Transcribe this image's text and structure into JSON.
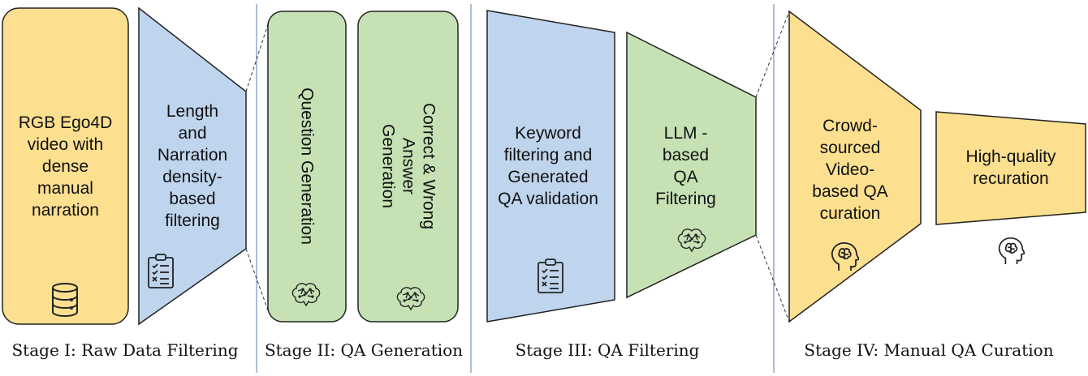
{
  "colors": {
    "yellow": "#fcdf8f",
    "blue": "#bfd5ee",
    "green": "#c6e2b5",
    "stroke": "#222222",
    "divider": "#8fa8c8"
  },
  "stage1": {
    "title": "Stage I: Raw Data Filtering",
    "box_video": "RGB Ego4D\nvideo with\ndense\nmanual\nnarration",
    "box_filter": "Length\nand\nNarration\ndensity-\nbased\nfiltering"
  },
  "stage2": {
    "title": "Stage II: QA Generation",
    "box_question": "Question Generation",
    "box_answer": "Correct & Wrong\nAnswer\nGeneration"
  },
  "stage3": {
    "title": "Stage III:  QA Filtering",
    "box_keyword": "Keyword\nfiltering and\nGenerated\nQA validation",
    "box_llm": "LLM -\nbased\nQA\nFiltering"
  },
  "stage4": {
    "title": "Stage IV:  Manual QA Curation",
    "box_crowd": "Crowd-\nsourced\nVideo-\nbased QA\ncuration",
    "box_recuration": "High-quality\nrecuration"
  },
  "icons": [
    "database-icon",
    "clipboard-checklist-icon",
    "ai-brain-icon",
    "human-head-brain-icon"
  ]
}
